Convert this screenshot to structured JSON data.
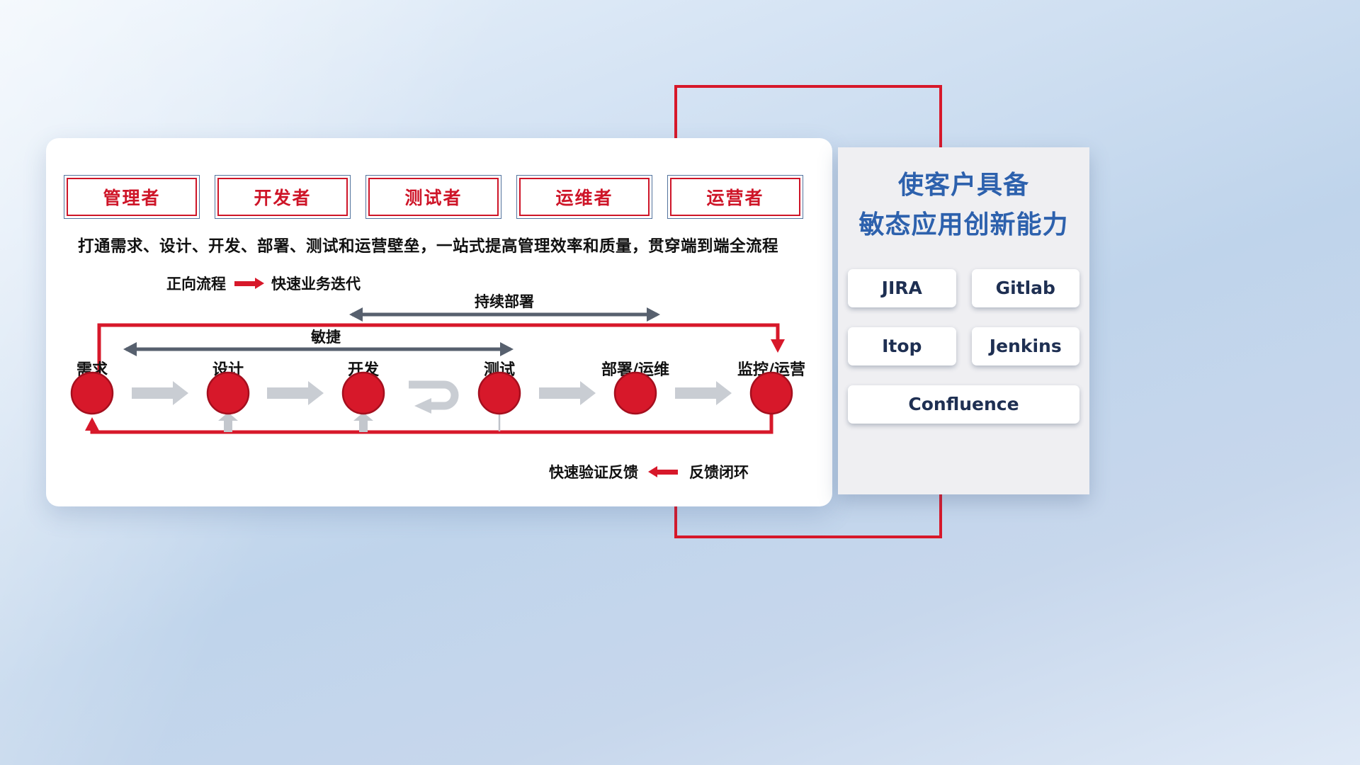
{
  "roles": [
    "管理者",
    "开发者",
    "测试者",
    "运维者",
    "运营者"
  ],
  "headline": "打通需求、设计、开发、部署、测试和运营壁垒，一站式提高管理效率和质量，贯穿端到端全流程",
  "legend_forward": {
    "label": "正向流程",
    "value": "快速业务迭代"
  },
  "legend_feedback": {
    "label": "快速验证反馈",
    "value": "反馈闭环"
  },
  "flow": {
    "stages": [
      "需求",
      "设计",
      "开发",
      "测试",
      "部署/运维",
      "监控/运营"
    ],
    "agile_label": "敏捷",
    "continuous_deployment_label": "持续部署"
  },
  "right_panel": {
    "title_line1": "使客户具备",
    "title_line2": "敏态应用创新能力",
    "tools": [
      "JIRA",
      "Gitlab",
      "Itop",
      "Jenkins",
      "Confluence"
    ]
  },
  "colors": {
    "accent_red": "#d7182a",
    "title_blue": "#2d61ad",
    "dark_arrow": "#57606e",
    "light_arrow": "#c9cdd3"
  }
}
